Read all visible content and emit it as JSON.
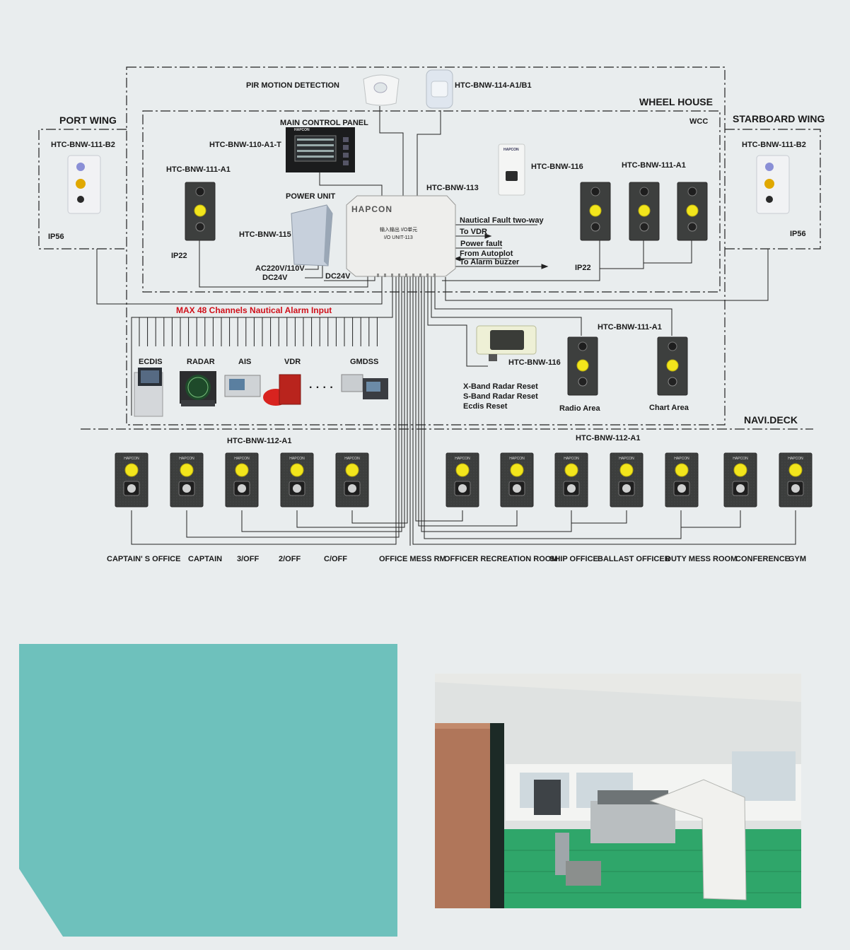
{
  "zones": {
    "wheel_house": "WHEEL HOUSE",
    "wcc": "WCC",
    "port_wing": "PORT WING",
    "starboard_wing": "STARBOARD WING",
    "navi_deck": "NAVI.DECK"
  },
  "devices": {
    "pir_title": "PIR MOTION DETECTION",
    "pir_model": "HTC-BNW-114-A1/B1",
    "main_panel_title": "MAIN CONTROL PANEL",
    "main_panel_model": "HTC-BNW-110-A1-T",
    "port_model": "HTC-BNW-111-B2",
    "port_rating": "IP56",
    "stbd_model": "HTC-BNW-111-B2",
    "stbd_rating": "IP56",
    "left_a1": "HTC-BNW-111-A1",
    "left_ip": "IP22",
    "right_a1": "HTC-BNW-111-A1",
    "right_ip": "IP22",
    "power_unit_title": "POWER UNIT",
    "power_unit_model": "HTC-BNW-115",
    "ac_label": "AC220V/110V",
    "dc_label_1": "DC24V",
    "dc_label_2": "DC24V",
    "io_unit_model": "HTC-BNW-113",
    "io_brand": "HAPCON",
    "io_text_cn": "输入输出 I/O单元",
    "io_text_en": "I/O UNIT-113",
    "panel_brand": "HAPCON",
    "btn116_model": "HTC-BNW-116",
    "btn116_brand": "HAPCON",
    "box116_model": "HTC-BNW-116",
    "nav_a1_model": "HTC-BNW-111-A1",
    "radio_area": "Radio Area",
    "chart_area": "Chart Area"
  },
  "signals": [
    "Nautical Fault two-way",
    "To VDR",
    "Power fault",
    "From Autoplot",
    "To Alarm buzzer"
  ],
  "alarm_input": "MAX 48 Channels Nautical Alarm Input",
  "equipment": [
    "ECDIS",
    "RADAR",
    "AIS",
    "VDR",
    "GMDSS"
  ],
  "ellipsis": "· · · ·",
  "resets": [
    "X-Band Radar Reset",
    "S-Band Radar Reset",
    "Ecdis Reset"
  ],
  "cabin_model_left": "HTC-BNW-112-A1",
  "cabin_model_right": "HTC-BNW-112-A1",
  "cabin_brand": "HAPCON",
  "cabins": [
    "CAPTAIN' S OFFICE",
    "CAPTAIN",
    "3/OFF",
    "2/OFF",
    "C/OFF",
    "OFFICE MESS RM",
    "OFFICER RECREATION ROOM",
    "SHIP OFFICE",
    "BALLAST OFFICER",
    "DUTY MESS ROOM",
    "CONFERENCE",
    "GYM"
  ],
  "colors": {
    "background": "#e9edee",
    "teal_panel": "#6ec1bc",
    "alarm_text": "#d0101a",
    "lamp": "#f2e51c",
    "panel_dark": "#3d3f3e"
  }
}
